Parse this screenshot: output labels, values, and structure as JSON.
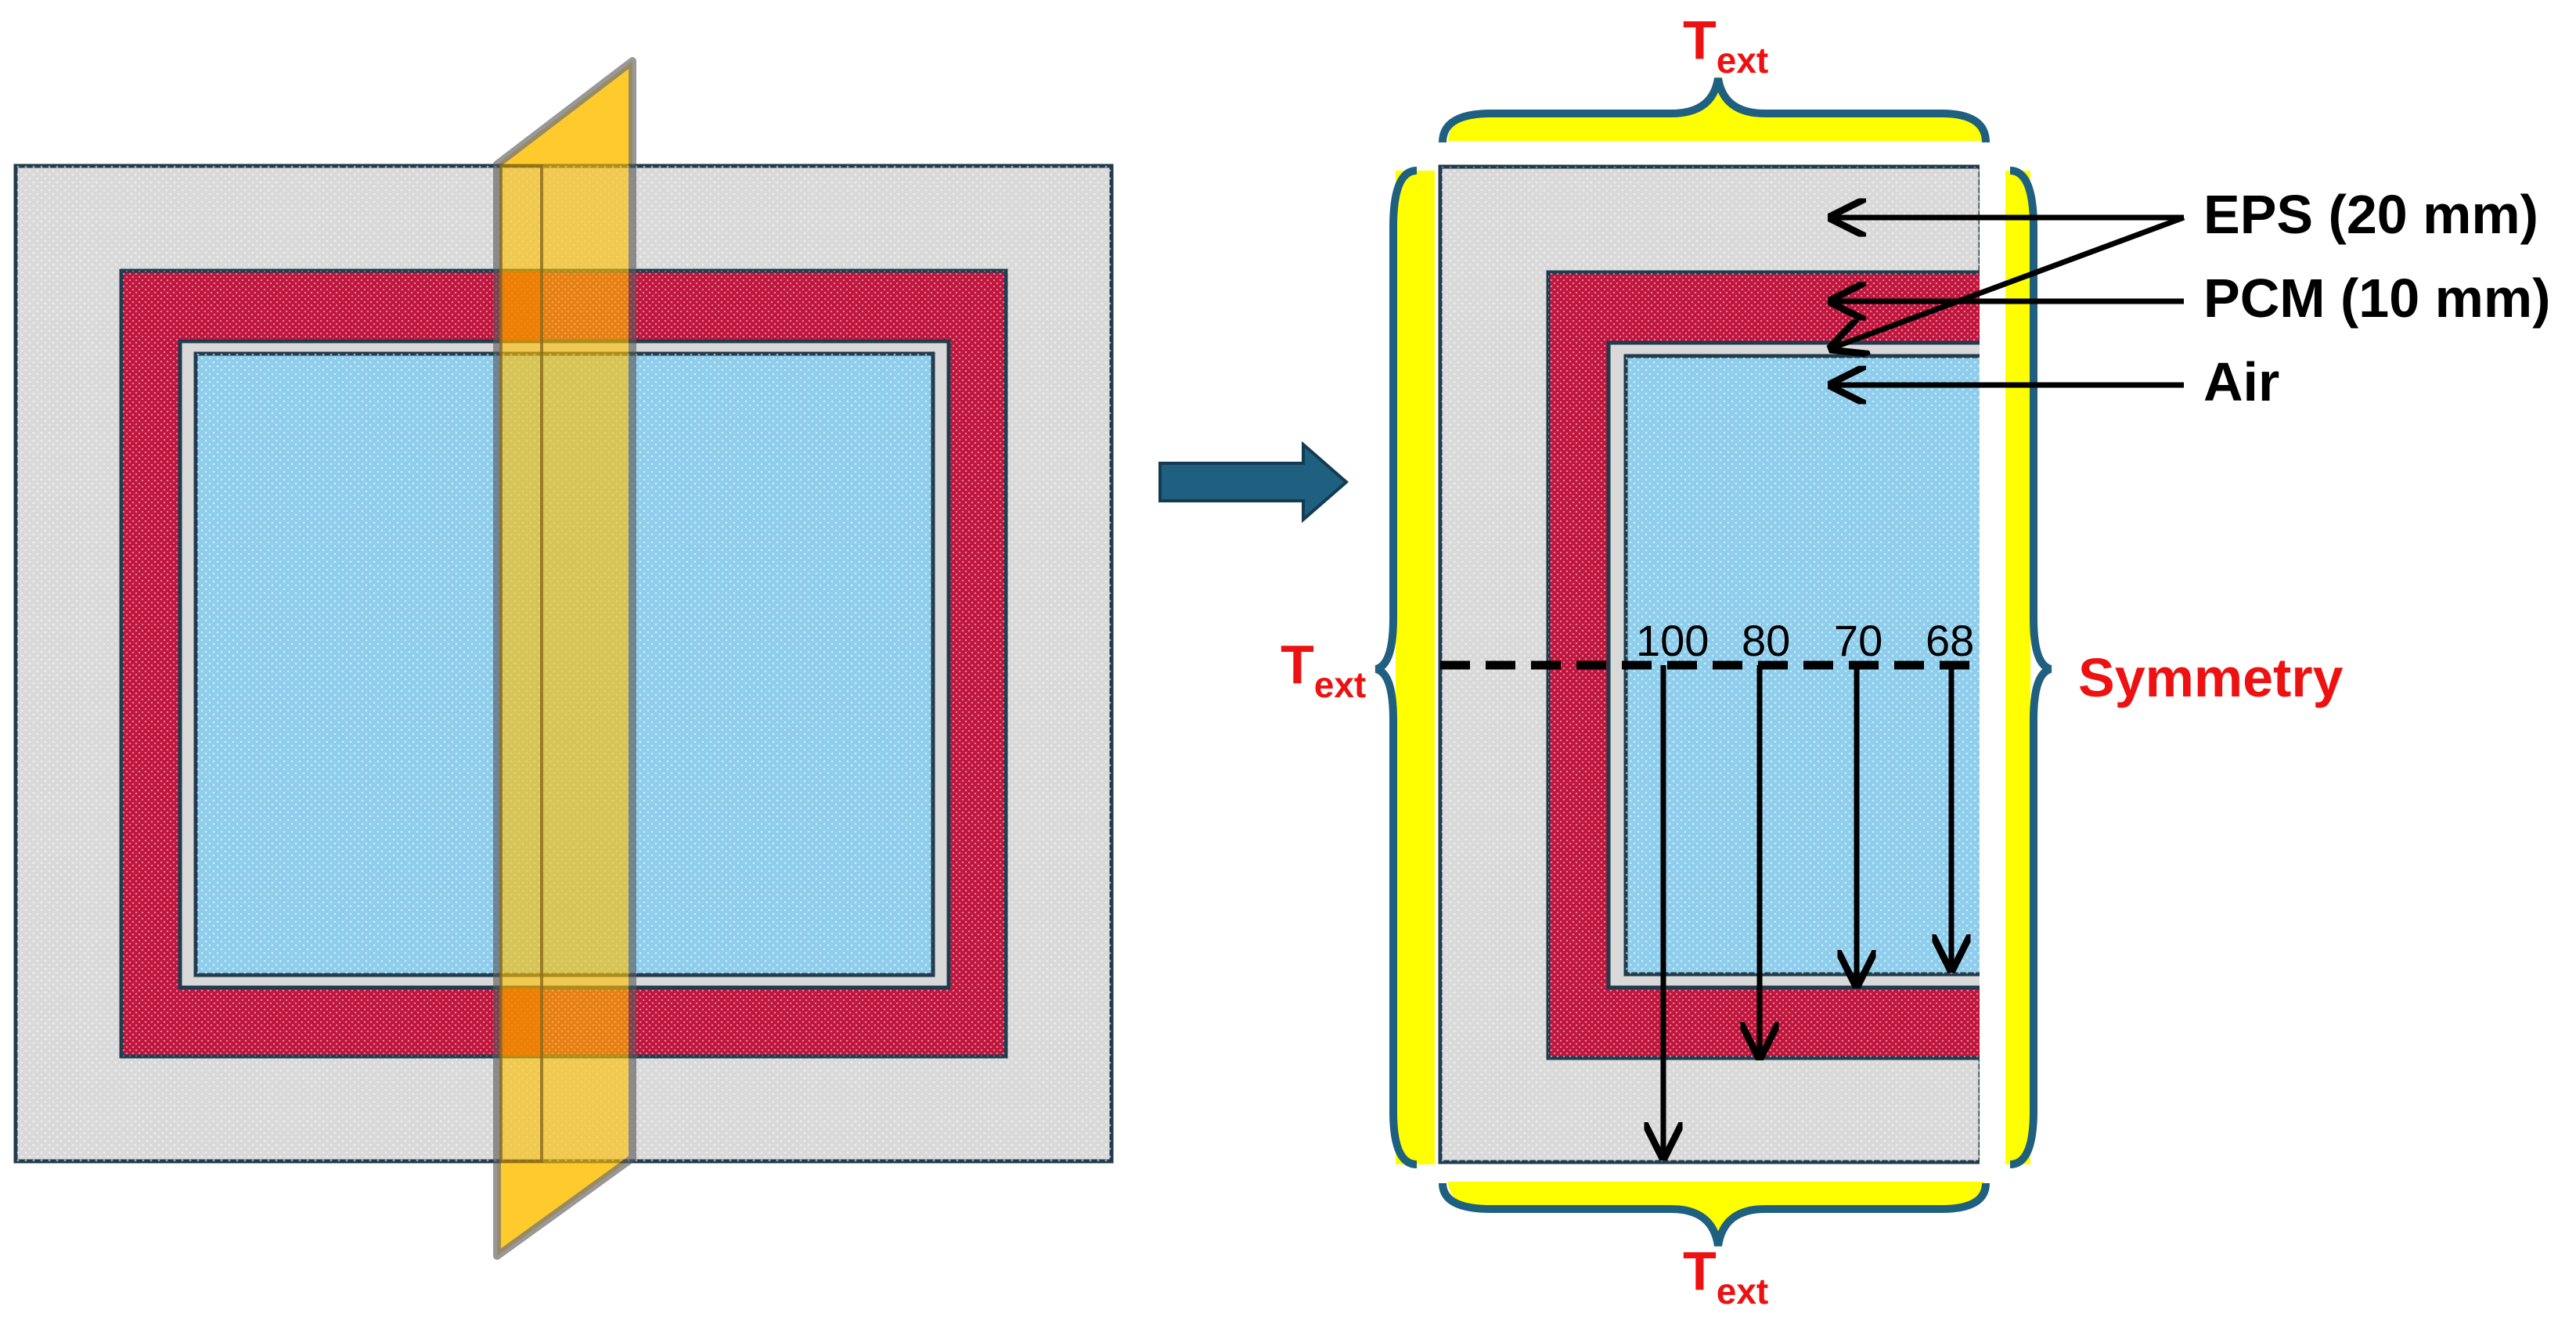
{
  "layers": [
    {
      "name": "EPS (20 mm)",
      "color": "#d9d9d9"
    },
    {
      "name": "PCM (10 mm)",
      "color": "#c0143c"
    },
    {
      "name": "Air",
      "color": "#8ecdec"
    }
  ],
  "boundary": {
    "T_main": "T",
    "T_sub": "ext",
    "symmetry": "Symmetry"
  },
  "probes": [
    "100",
    "80",
    "70",
    "68"
  ],
  "colors": {
    "eps": "#d9d9d9",
    "pcm": "#c0143c",
    "air": "#8ecdec",
    "outline": "#1f3b4d",
    "cut_plane": "#ffc000",
    "brace": "#1f5f80",
    "highlight": "#ffff00",
    "label_red": "#ee1111"
  }
}
